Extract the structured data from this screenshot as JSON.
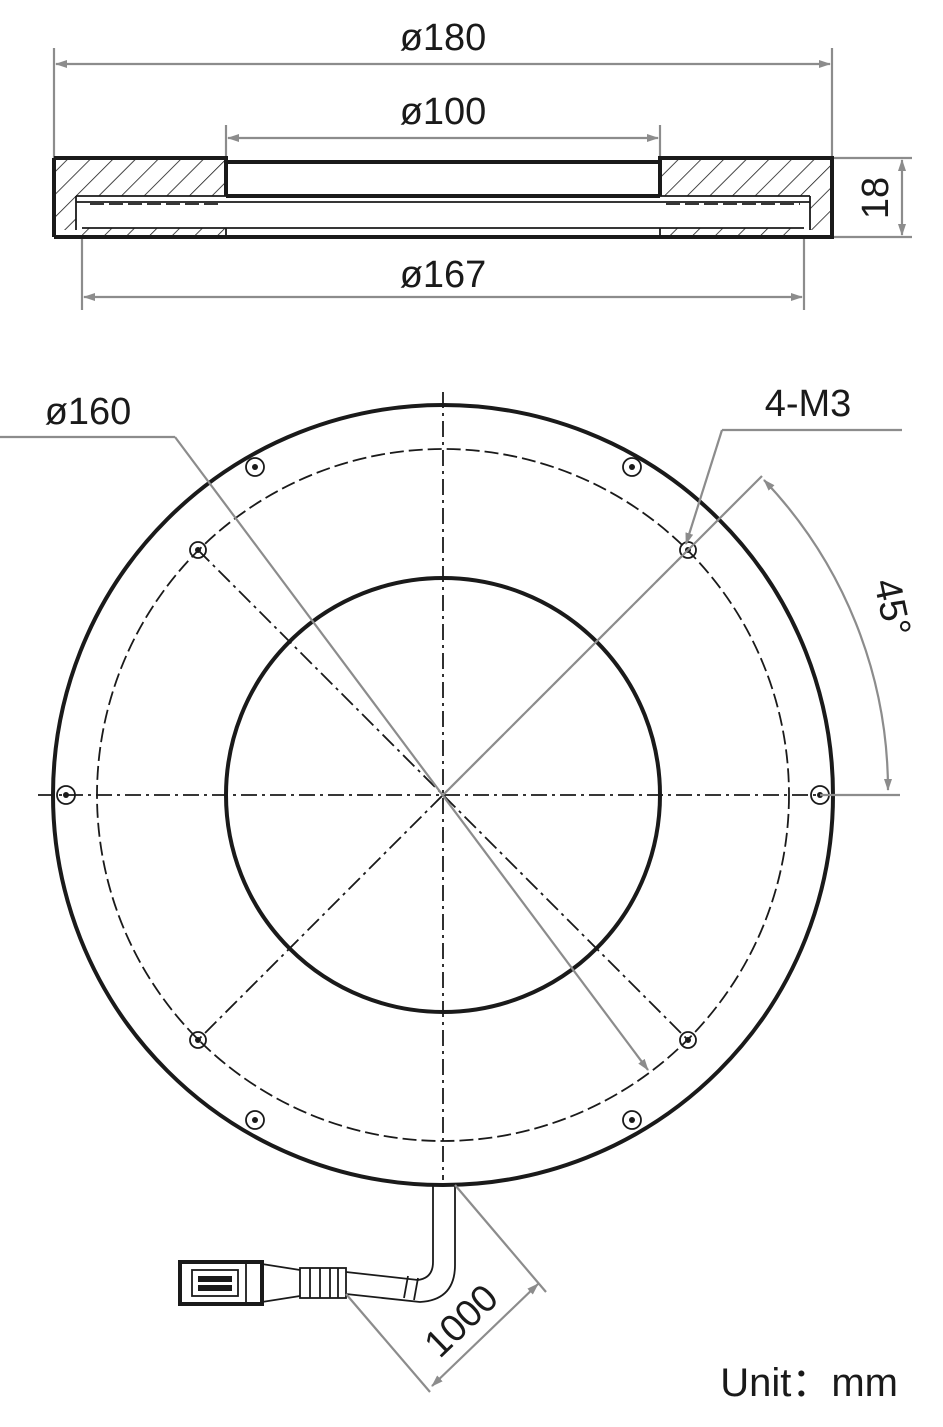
{
  "side_view": {
    "overall_diameter": "ø180",
    "opening_diameter": "ø100",
    "bottom_diameter": "ø167",
    "height": "18"
  },
  "front_view": {
    "bolt_circle_diameter": "ø160",
    "mounting_holes": "4-M3",
    "angle": "45°",
    "cable_length": "1000"
  },
  "unit_label": "Unit：mm"
}
